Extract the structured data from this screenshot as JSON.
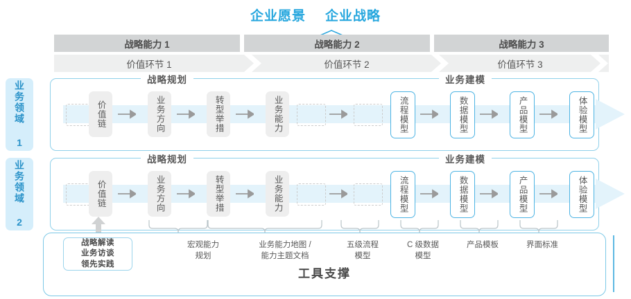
{
  "header": {
    "titles": [
      "企业愿景",
      "企业战略"
    ],
    "accent_color": "#27A7DE"
  },
  "capabilities": [
    {
      "label": "战略能力 1"
    },
    {
      "label": "战略能力 2"
    },
    {
      "label": "战略能力 3"
    }
  ],
  "value_links": [
    {
      "label": "价值环节 1"
    },
    {
      "label": "价值环节 2"
    },
    {
      "label": "价值环节 3"
    }
  ],
  "side_labels": [
    {
      "label": "业务领域 1"
    },
    {
      "label": "业务领域 2"
    }
  ],
  "sections": {
    "left_caption": "战略规划",
    "right_caption": "业务建模"
  },
  "row_nodes": {
    "gray": [
      "价值链",
      "业务方向",
      "转型举措",
      "业务能力"
    ],
    "blue": [
      "流程模型",
      "数据模型",
      "产品模型",
      "体验模型"
    ]
  },
  "tools": {
    "title": "工具支撑",
    "box_lines": [
      "战略解读",
      "业务访谈",
      "领先实践"
    ],
    "labels": [
      "宏观能力\n规划",
      "业务能力地图 /\n能力主题文档",
      "五级流程\n模型",
      "C 级数据\n模型",
      "产品模板",
      "界面标准"
    ]
  },
  "colors": {
    "blue_accent": "#27A7DE",
    "border_blue": "#8fd0ea",
    "box_gray": "#eeeeee",
    "bar_gray": "#d2d4d5",
    "bar_light": "#eeefef",
    "side_bg": "#d5eefb",
    "pale_arrow": "#e3f3fb"
  }
}
